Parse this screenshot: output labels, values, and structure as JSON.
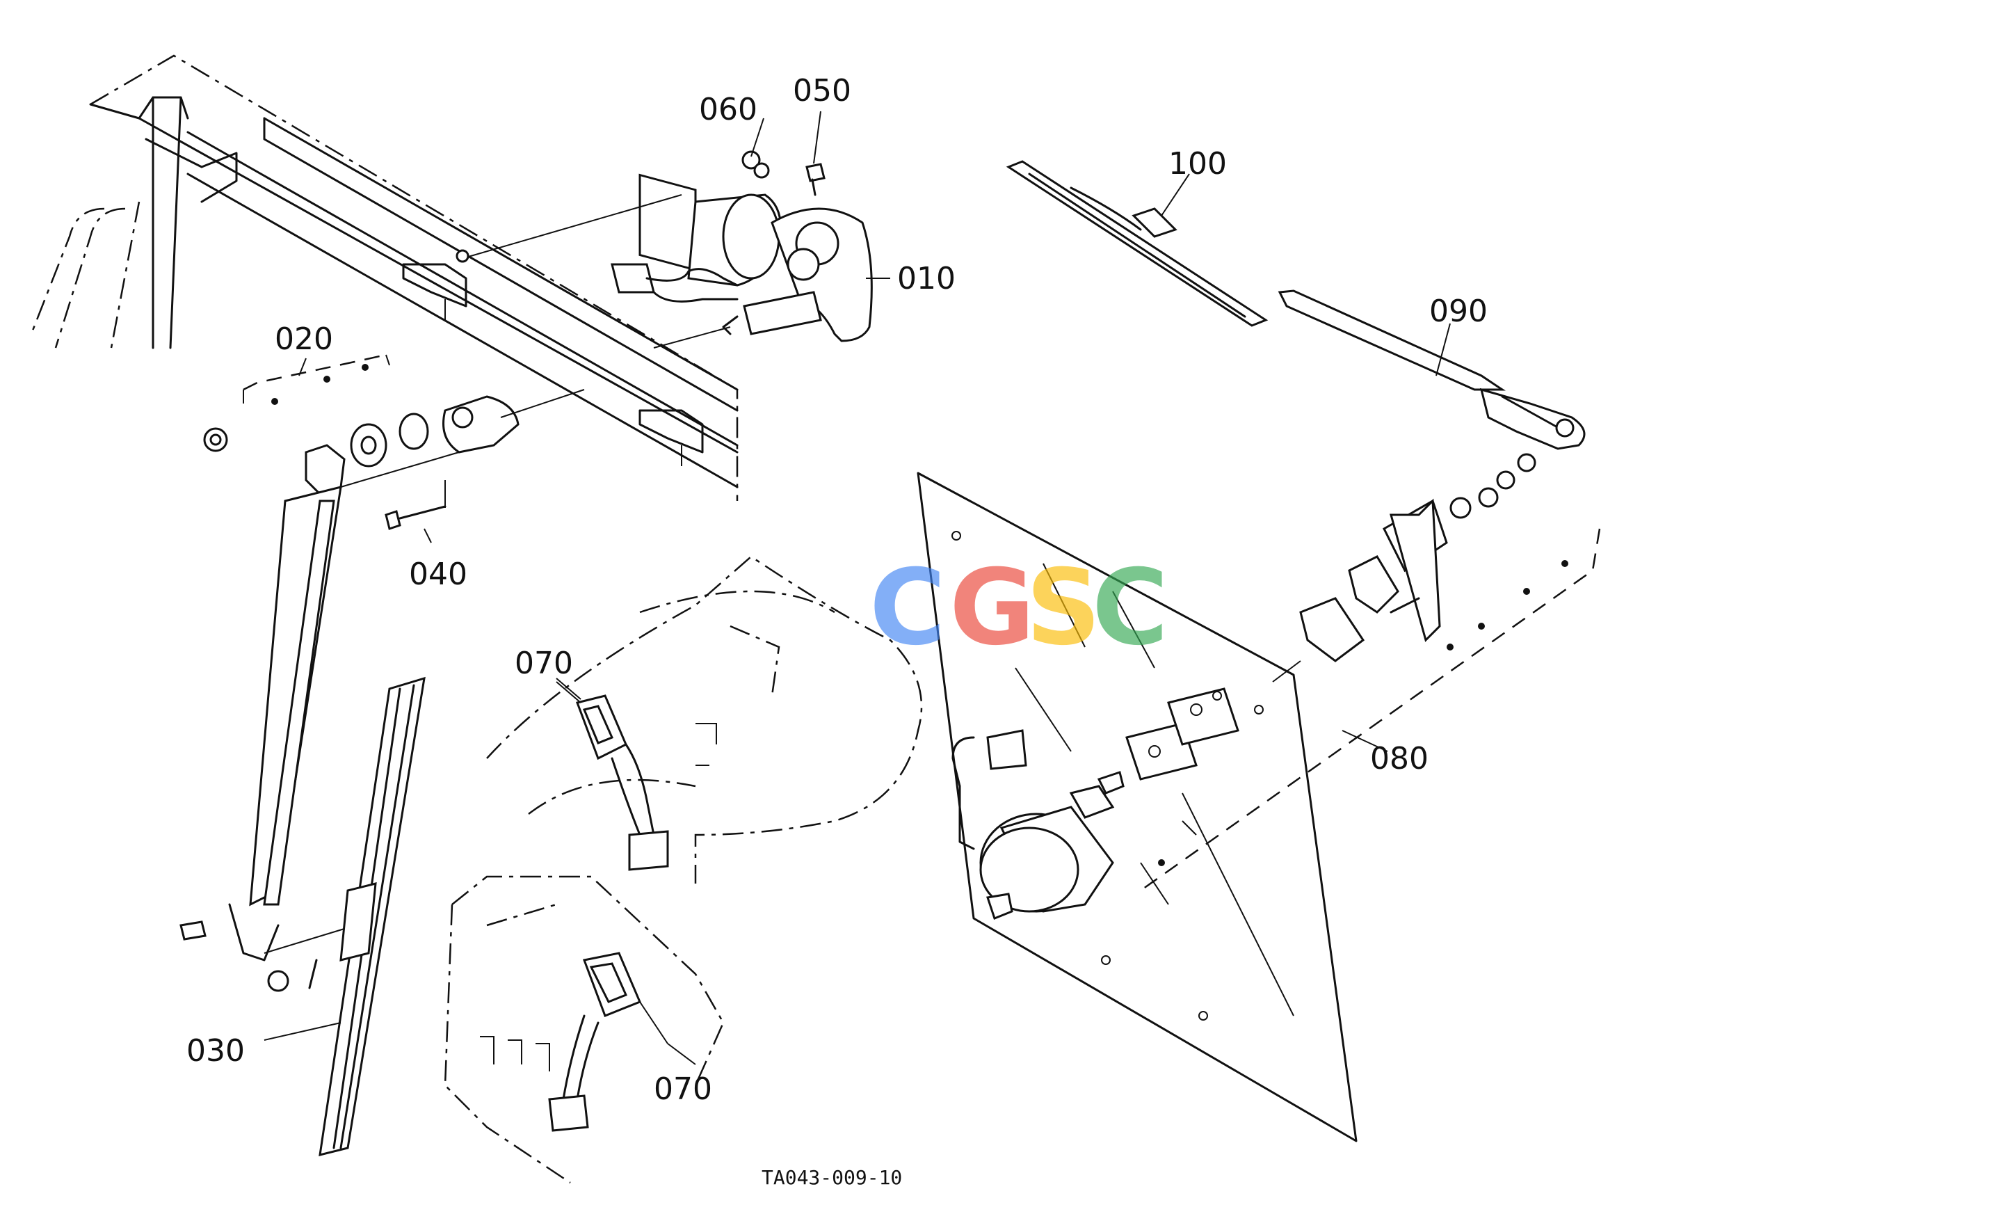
{
  "callouts": {
    "c010": "010",
    "c020": "020",
    "c030": "030",
    "c040": "040",
    "c050": "050",
    "c060": "060",
    "c070a": "070",
    "c070b": "070",
    "c080": "080",
    "c090": "090",
    "c100": "100"
  },
  "figure_reference": "TA043-009-10",
  "watermark": {
    "letters": [
      "C",
      "G",
      "S",
      "C"
    ],
    "colors": [
      "#4285F4",
      "#EA4335",
      "#FBBC05",
      "#34A853"
    ]
  }
}
